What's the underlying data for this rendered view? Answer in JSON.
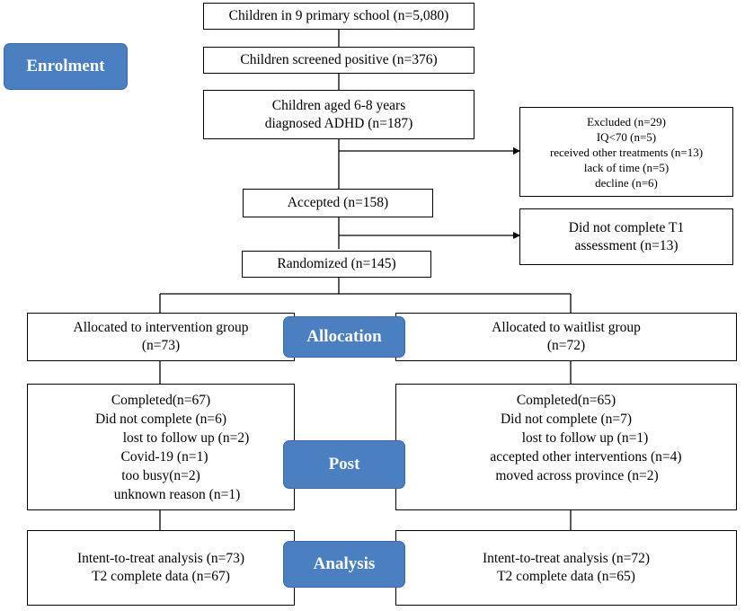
{
  "stages": {
    "enrolment": "Enrolment",
    "allocation": "Allocation",
    "post": "Post",
    "analysis": "Analysis"
  },
  "enrolment": {
    "school": [
      "Children in 9 primary school (n=5,080)"
    ],
    "screened": [
      "Children screened positive (n=376)"
    ],
    "diagnosed": [
      "Children aged 6-8 years",
      "diagnosed ADHD (n=187)"
    ],
    "excluded": [
      "Excluded  (n=29)",
      "IQ<70 (n=5)",
      "received other treatments (n=13)",
      "lack of time (n=5)",
      "decline (n=6)"
    ],
    "accepted": [
      "Accepted (n=158)"
    ],
    "no_t1": [
      "Did not complete T1",
      "assessment (n=13)"
    ],
    "randomized": [
      "Randomized (n=145)"
    ]
  },
  "allocation": {
    "intervention": [
      "Allocated to intervention  group",
      "(n=73)"
    ],
    "waitlist": [
      "Allocated to waitlist  group",
      "(n=72)"
    ]
  },
  "post": {
    "intervention": [
      "Completed(n=67)",
      "Did not complete (n=6)",
      "lost to follow up (n=2)",
      "Covid-19 (n=1)",
      "too busy(n=2)",
      "unknown reason (n=1)"
    ],
    "waitlist": [
      "Completed(n=65)",
      "Did not complete (n=7)",
      "lost to follow up (n=1)",
      "accepted other interventions  (n=4)",
      "moved across province (n=2)"
    ]
  },
  "analysis": {
    "intervention": [
      "Intent-to-treat analysis  (n=73)",
      "T2 complete data (n=67)"
    ],
    "waitlist": [
      "Intent-to-treat analysis  (n=72)",
      "T2 complete data (n=65)"
    ]
  }
}
